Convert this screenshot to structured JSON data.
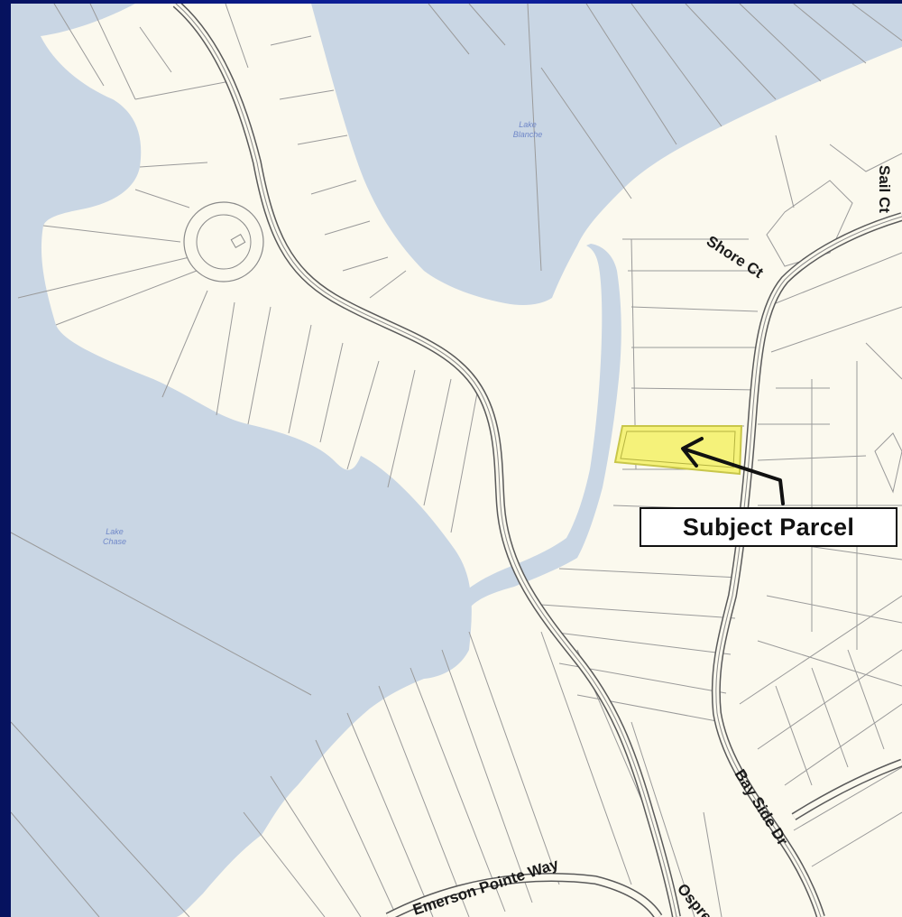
{
  "map": {
    "lakes": [
      {
        "id": "lake-blanche",
        "label": "Lake\nBlanche"
      },
      {
        "id": "lake-chase",
        "label": "Lake\nChase"
      }
    ],
    "streets": [
      {
        "id": "sail-ct",
        "label": "Sail Ct"
      },
      {
        "id": "shore-ct",
        "label": "Shore Ct"
      },
      {
        "id": "bay-side-dr",
        "label": "Bay Side Dr"
      },
      {
        "id": "emerson-pointe-way",
        "label": "Emerson Pointe Way"
      },
      {
        "id": "osprey",
        "label": "Ospre"
      }
    ],
    "callout": {
      "label": "Subject Parcel"
    },
    "colors": {
      "water": "#c9d6e4",
      "land": "#fbf9ee",
      "parcel_fill": "#f5f27a",
      "parcel_stroke": "#c8c64a",
      "parcel_lines": "#9a9a9a",
      "road_casing": "#5a5a5a",
      "frame": "#0a1a8c"
    }
  }
}
